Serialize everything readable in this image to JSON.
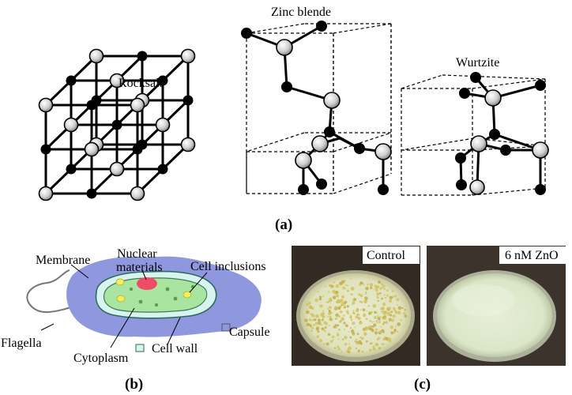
{
  "panel_a": {
    "caption": "(a)",
    "rocksalt_label": "Rocksalt",
    "zincblende_label": "Zinc blende",
    "wurtzite_label": "Wurtzite"
  },
  "panel_b": {
    "caption": "(b)",
    "labels": {
      "membrane": "Membrane",
      "nuclear_line1": "Nuclear",
      "nuclear_line2": "materials",
      "inclusions": "Cell inclusions",
      "flagella": "Flagella",
      "capsule": "Capsule",
      "cell_wall": "Cell wall",
      "cytoplasm": "Cytoplasm"
    },
    "colors": {
      "capsule": "#8f97df",
      "cell_wall": "#d9f3ef",
      "cytoplasm": "#a9e5a0",
      "nucleus": "#ef4a66",
      "inclusion": "#f4ee5a"
    }
  },
  "panel_c": {
    "caption": "(c)",
    "control_label": "Control",
    "zno_label": "6 nM ZnO",
    "colors": {
      "photo_bg": "#3a3029",
      "agar": "#e3e9c9",
      "colonies": "#d6c86d"
    }
  }
}
